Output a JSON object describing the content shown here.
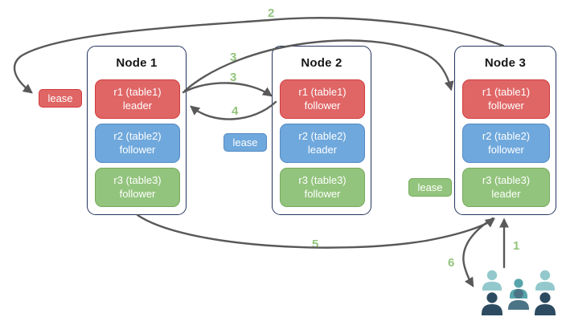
{
  "nodes": [
    {
      "title": "Node 1",
      "replicas": [
        {
          "label": "r1 (table1)",
          "role": "leader"
        },
        {
          "label": "r2 (table2)",
          "role": "follower"
        },
        {
          "label": "r3 (table3)",
          "role": "follower"
        }
      ]
    },
    {
      "title": "Node 2",
      "replicas": [
        {
          "label": "r1 (table1)",
          "role": "follower"
        },
        {
          "label": "r2 (table2)",
          "role": "leader"
        },
        {
          "label": "r3 (table3)",
          "role": "follower"
        }
      ]
    },
    {
      "title": "Node 3",
      "replicas": [
        {
          "label": "r1 (table1)",
          "role": "follower"
        },
        {
          "label": "r2 (table2)",
          "role": "follower"
        },
        {
          "label": "r3 (table3)",
          "role": "leader"
        }
      ]
    }
  ],
  "leases": [
    {
      "label": "lease",
      "color": "#e06666"
    },
    {
      "label": "lease",
      "color": "#6fa8dc"
    },
    {
      "label": "lease",
      "color": "#93c47d"
    }
  ],
  "steps": {
    "s1": "1",
    "s2": "2",
    "s3a": "3",
    "s3b": "3",
    "s4": "4",
    "s5": "5",
    "s6": "6"
  },
  "colors": {
    "replica_red": "#e06666",
    "replica_red_border": "#d13b3b",
    "replica_blue": "#6fa8dc",
    "replica_blue_border": "#5589c4",
    "replica_green": "#93c47d",
    "replica_green_border": "#76ab5d",
    "node_border": "#24355e",
    "arrow": "#595959",
    "step_number": "#93c47d",
    "users_light_teal": "#93c9cd",
    "users_teal": "#57a5ab",
    "users_slate": "#4b7587",
    "users_dark_navy": "#2c4b60"
  },
  "icons": {
    "users_group": "users-group-icon"
  }
}
